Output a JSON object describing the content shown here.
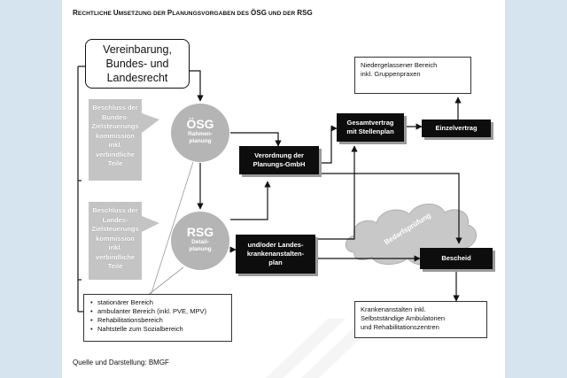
{
  "title": {
    "first_letter_1": "R",
    "rest_1": "ECHTLICHE ",
    "first_letter_2": "U",
    "rest_2": "MSETZUNG DER ",
    "first_letter_3": "P",
    "rest_3": "LANUNGSVORGABEN DES ",
    "osg": "ÖSG",
    "rest_4": " UND DER ",
    "rsg": "RSG"
  },
  "source_line": "Quelle und Darstellung: BMGF",
  "nodes": {
    "vereinbarung": "Vereinbarung,\nBundes- und\nLandesrecht",
    "bundes_zielsteuerung": "Beschluss der\nBundes-\nZielsteuerungs\nkommission\ninkl.\nverbindliche\nTeile",
    "landes_zielsteuerung": "Beschluss der\nLandes-\nZielsteuerungs\nkommission\ninkl.\nverbindliche\nTeile",
    "osg_big": "ÖSG",
    "osg_small": "Rahmen-\nplanung",
    "rsg_big": "RSG",
    "rsg_small": "Detail-\nplanung",
    "verordnung": "Verordnung der\nPlanungs-GmbH",
    "gesamtvertrag": "Gesamtvertrag\nmit Stellenplan",
    "einzelvertrag": "Einzelvertrag",
    "landeskrankenanstalten": "und/oder Landes-\nkrankenanstalten-\nplan",
    "bescheid": "Bescheid",
    "bedarfspruefung": "Bedarfsprüfung",
    "niedergelassener": "Niedergelassener Bereich\ninkl. Gruppenpraxen",
    "krankenanstalten": "Krankenanstalten inkl.\nSelbstständige Ambulatorien\nund Rehabilitationszentren"
  },
  "bullet_list": [
    "stationärer Bereich",
    "ambulanter Bereich (inkl. PVE, MPV)",
    "Rehabilitationsbereich",
    "Nahtstelle zum Sozialbereich"
  ],
  "colors": {
    "background": "#d6e4f0",
    "sheet": "#ffffff",
    "dark_box": "#0d0d0d",
    "grey_shape": "#c4c4c4",
    "circle": "#b5b5b5",
    "cloud": "#c8c8c8",
    "line": "#111111"
  }
}
